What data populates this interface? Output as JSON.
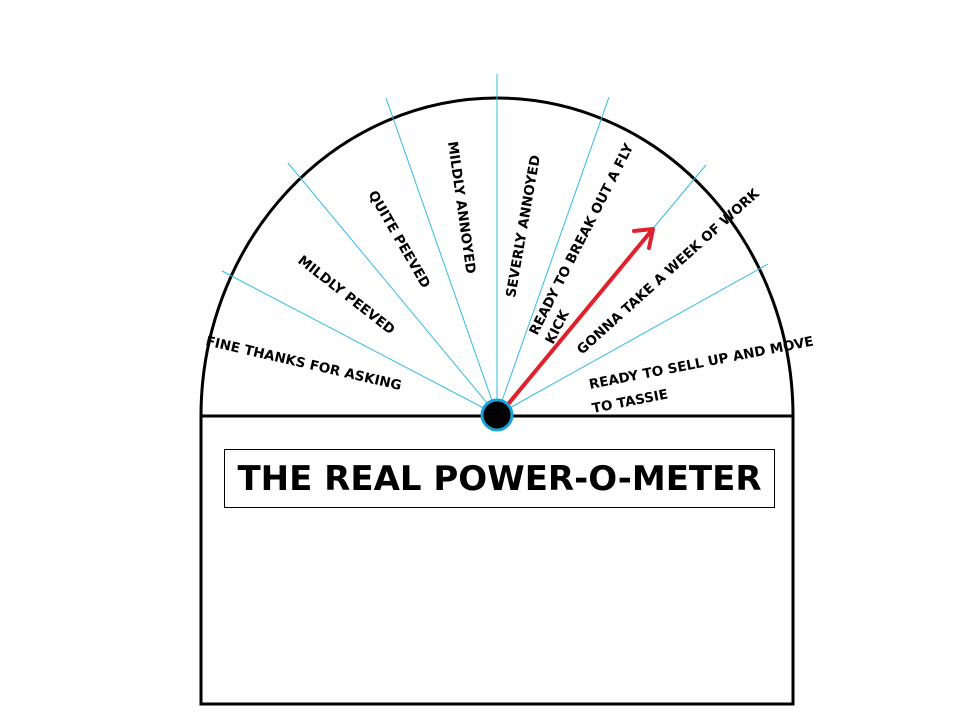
{
  "title": "THE REAL POWER-O-METER",
  "segments": [
    {
      "label": "FINE THANKS FOR ASKING"
    },
    {
      "label": "MILDLY PEEVED"
    },
    {
      "label": "QUITE PEEVED"
    },
    {
      "label": "MILDLY ANNOYED"
    },
    {
      "label": "SEVERLY ANNOYED"
    },
    {
      "label_line1": "READY TO BREAK OUT A FLY",
      "label_line2": "KICK"
    },
    {
      "label": "GONNA TAKE A WEEK OF WORK"
    },
    {
      "label_line1": "READY TO SELL UP AND MOVE",
      "label_line2": "TO TASSIE"
    }
  ],
  "pointer": {
    "segment": "GONNA TAKE A WEEK OF WORK"
  },
  "colors": {
    "outline": "#000000",
    "divider": "#33bbe6",
    "pointer": "#e0202a",
    "hub": "#000000",
    "hub_ring": "#1ca0d8"
  }
}
